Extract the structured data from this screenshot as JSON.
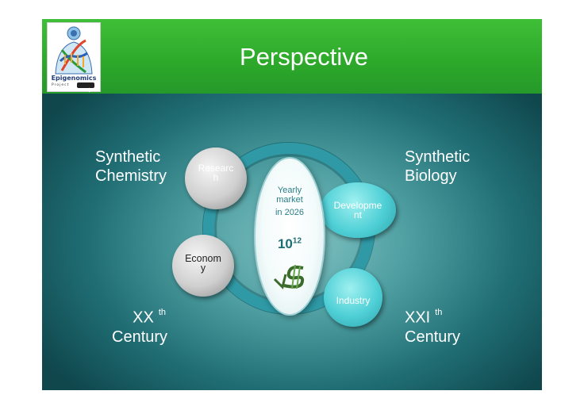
{
  "logo": {
    "name": "Epigenomics",
    "sub": "Project"
  },
  "slide": {
    "title": "Perspective"
  },
  "labels": {
    "left_top_line1": "Synthetic",
    "left_top_line2": "Chemistry",
    "right_top_line1": "Synthetic",
    "right_top_line2": "Biology",
    "left_bottom_line1": "XX",
    "left_bottom_sup": "th",
    "left_bottom_line2": "Century",
    "right_bottom_line1": "XXI",
    "right_bottom_sup": "th",
    "right_bottom_line2": "Century"
  },
  "bubbles": {
    "research_line1": "Researc",
    "research_line2": "h",
    "economy_line1": "Econom",
    "economy_line2": "y",
    "development_line1": "Developme",
    "development_line2": "nt",
    "industry": "Industry"
  },
  "center": {
    "line1": "Yearly",
    "line2": "market",
    "year": "in 2026",
    "value_base": "10",
    "value_exp": "12"
  },
  "colors": {
    "header_green": "#2da82a",
    "ring_teal": "#2f9aa6",
    "background_teal": "#1f6d73"
  },
  "icons": [
    "dollar-sign-icon",
    "dna-person-logo-icon"
  ]
}
